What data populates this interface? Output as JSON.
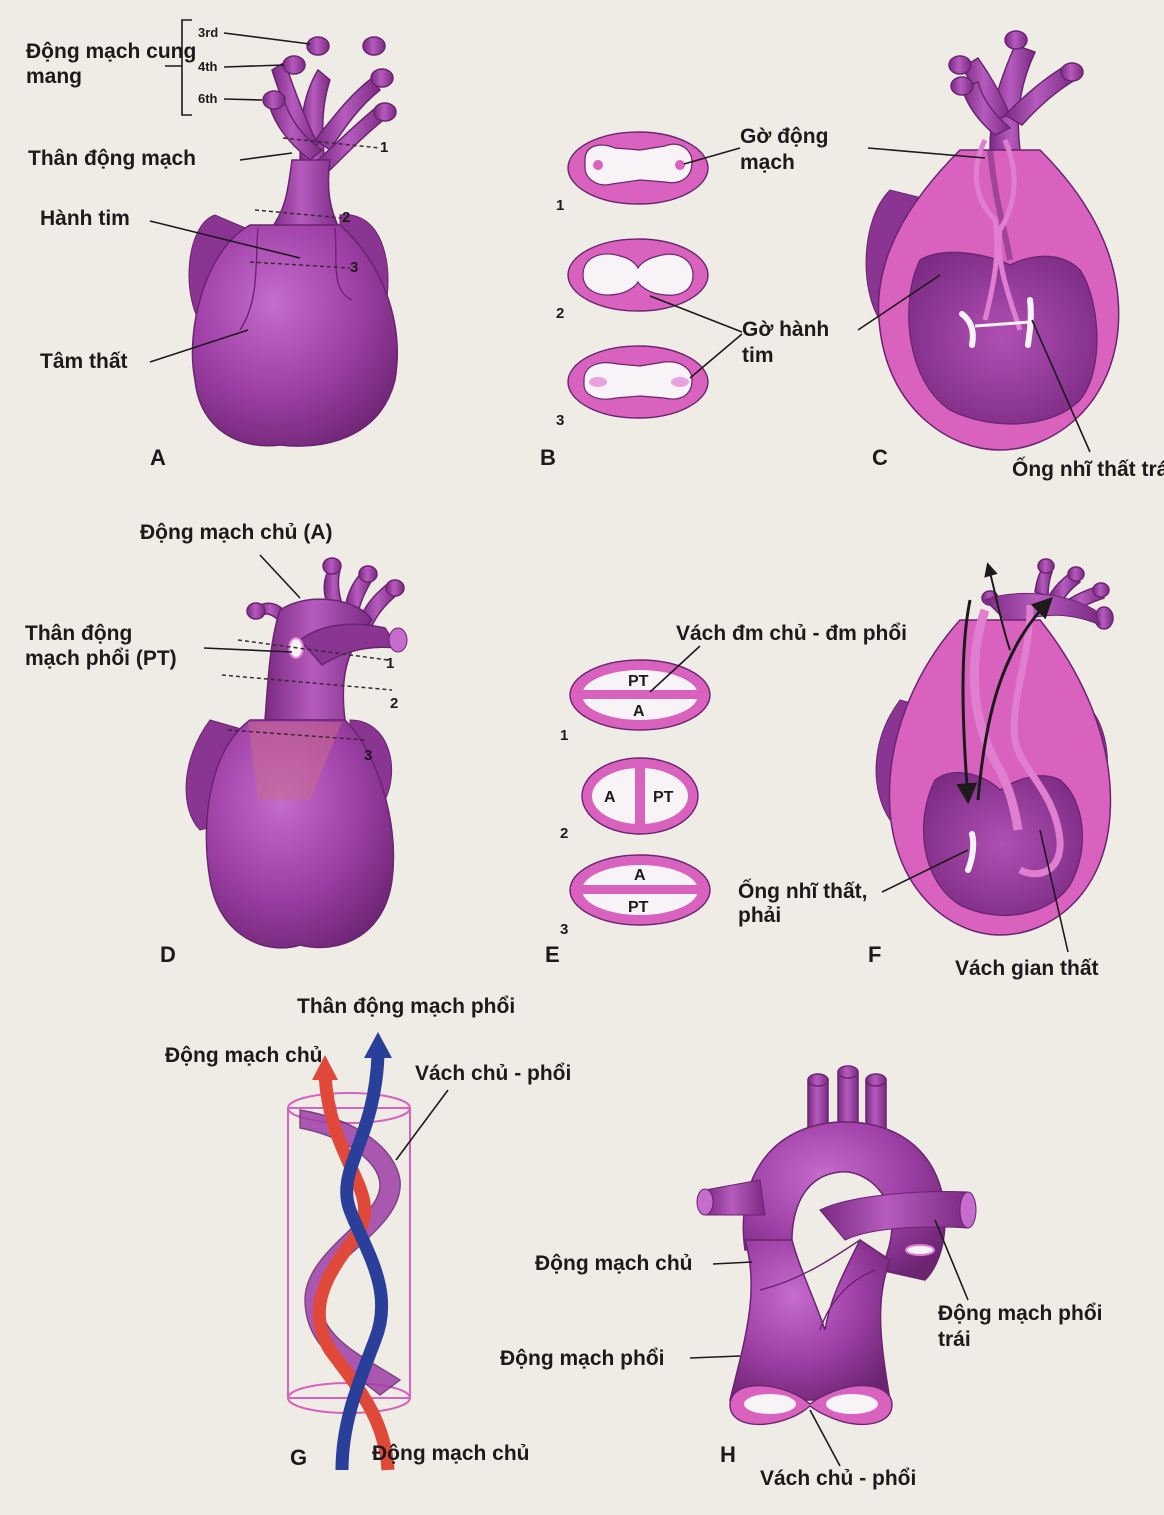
{
  "colors": {
    "vessel": "#9e3fa6",
    "vessel_dark": "#6a2470",
    "vessel_light": "#c56ccc",
    "ridge_pink": "#e07fcf",
    "ring_pink": "#d862bd",
    "ring_inner": "#f7f3f6",
    "artery_red": "#e0483a",
    "artery_blue": "#2a3f9a",
    "text": "#1d1a1c",
    "background": "#efece6"
  },
  "panels": {
    "A": {
      "letter": "A",
      "arch_label": "Động mạch cung mang",
      "arch_3": "3rd",
      "arch_4": "4th",
      "arch_6": "6th",
      "truncus": "Thân động mạch",
      "bulbus": "Hành tim",
      "ventricle": "Tâm thất",
      "level_1": "1",
      "level_2": "2",
      "level_3": "3"
    },
    "B": {
      "letter": "B",
      "truncal_ridge": "Gờ động mạch",
      "bulbar_ridge": "Gờ hành tim",
      "num_1": "1",
      "num_2": "2",
      "num_3": "3"
    },
    "C": {
      "letter": "C",
      "left_canal": "Ống nhĩ thất trái"
    },
    "D": {
      "letter": "D",
      "aorta": "Động mạch chủ (A)",
      "pulmonary_trunk": "Thân động mạch phổi (PT)",
      "level_1": "1",
      "level_2": "2",
      "level_3": "3"
    },
    "E": {
      "letter": "E",
      "septum": "Vách đm chủ - đm phổi",
      "num_1": "1",
      "num_2": "2",
      "num_3": "3",
      "pt": "PT",
      "a": "A"
    },
    "F": {
      "letter": "F",
      "right_canal": "Ống nhĩ thất, phải",
      "iv_septum": "Vách gian thất"
    },
    "G": {
      "letter": "G",
      "pulmonary_trunk": "Thân động mạch phổi",
      "aorta_top": "Động mạch chủ",
      "septum": "Vách chủ - phổi",
      "aorta_bottom": "Động mạch chủ"
    },
    "H": {
      "letter": "H",
      "aorta": "Động mạch chủ",
      "pulmonary": "Động mạch phổi",
      "left_pulmonary": "Động mạch phổi trái",
      "septum": "Vách chủ - phổi"
    }
  }
}
